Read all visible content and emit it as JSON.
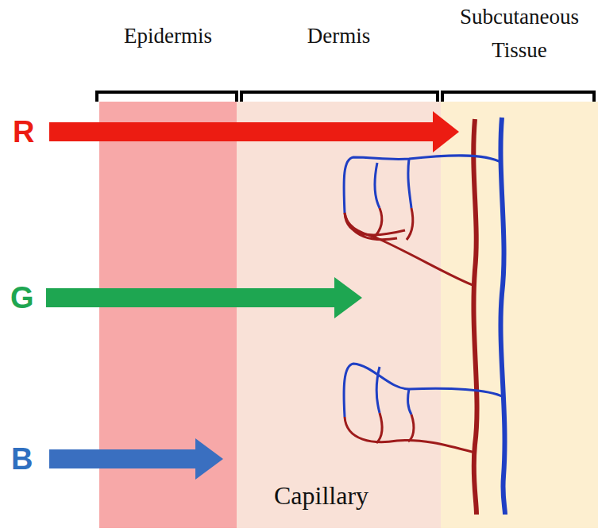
{
  "diagram": {
    "nodes": [
      {
        "text": [
          "Epidermis"
        ]
      },
      {
        "text": [
          "Dermis"
        ]
      },
      {
        "text": [
          "Subcutaneous Tissue"
        ]
      }
    ],
    "labels": [
      "R",
      "G",
      "B",
      "Capillary"
    ]
  }
}
